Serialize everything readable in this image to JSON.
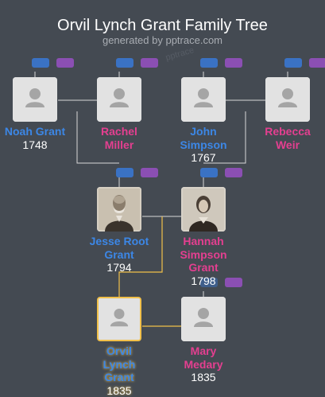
{
  "header": {
    "title": "Orvil Lynch Grant Family Tree",
    "subtitle": "generated by pptrace.com",
    "watermark": "pptrace"
  },
  "colors": {
    "background": "#444a52",
    "male": "#3c87e6",
    "female": "#e43f90",
    "connector": "#d8d8d8",
    "highlight": "#f1c04a",
    "button_father": "#3a72c4",
    "button_mother": "#8b4fb3"
  },
  "people": {
    "noah_grant": {
      "name": "Noah Grant",
      "year": "1748",
      "gender": "male",
      "photo": "placeholder"
    },
    "rachel_miller": {
      "name": "Rachel Miller",
      "year": "",
      "gender": "female",
      "photo": "placeholder"
    },
    "john_simpson": {
      "name": "John Simpson",
      "year": "1767",
      "gender": "male",
      "photo": "placeholder"
    },
    "rebecca_weir": {
      "name": "Rebecca Weir",
      "year": "",
      "gender": "female",
      "photo": "placeholder"
    },
    "jesse_root_grant": {
      "name": "Jesse Root Grant",
      "year": "1794",
      "gender": "male",
      "photo": "portrait"
    },
    "hannah_simpson_grant": {
      "name": "Hannah Simpson Grant",
      "year": "1798",
      "gender": "female",
      "photo": "portrait"
    },
    "orvil_lynch_grant": {
      "name": "Orvil Lynch Grant",
      "year": "1835",
      "gender": "male",
      "photo": "placeholder",
      "selected": true
    },
    "mary_medary": {
      "name": "Mary Medary",
      "year": "1835",
      "gender": "female",
      "photo": "placeholder"
    }
  }
}
